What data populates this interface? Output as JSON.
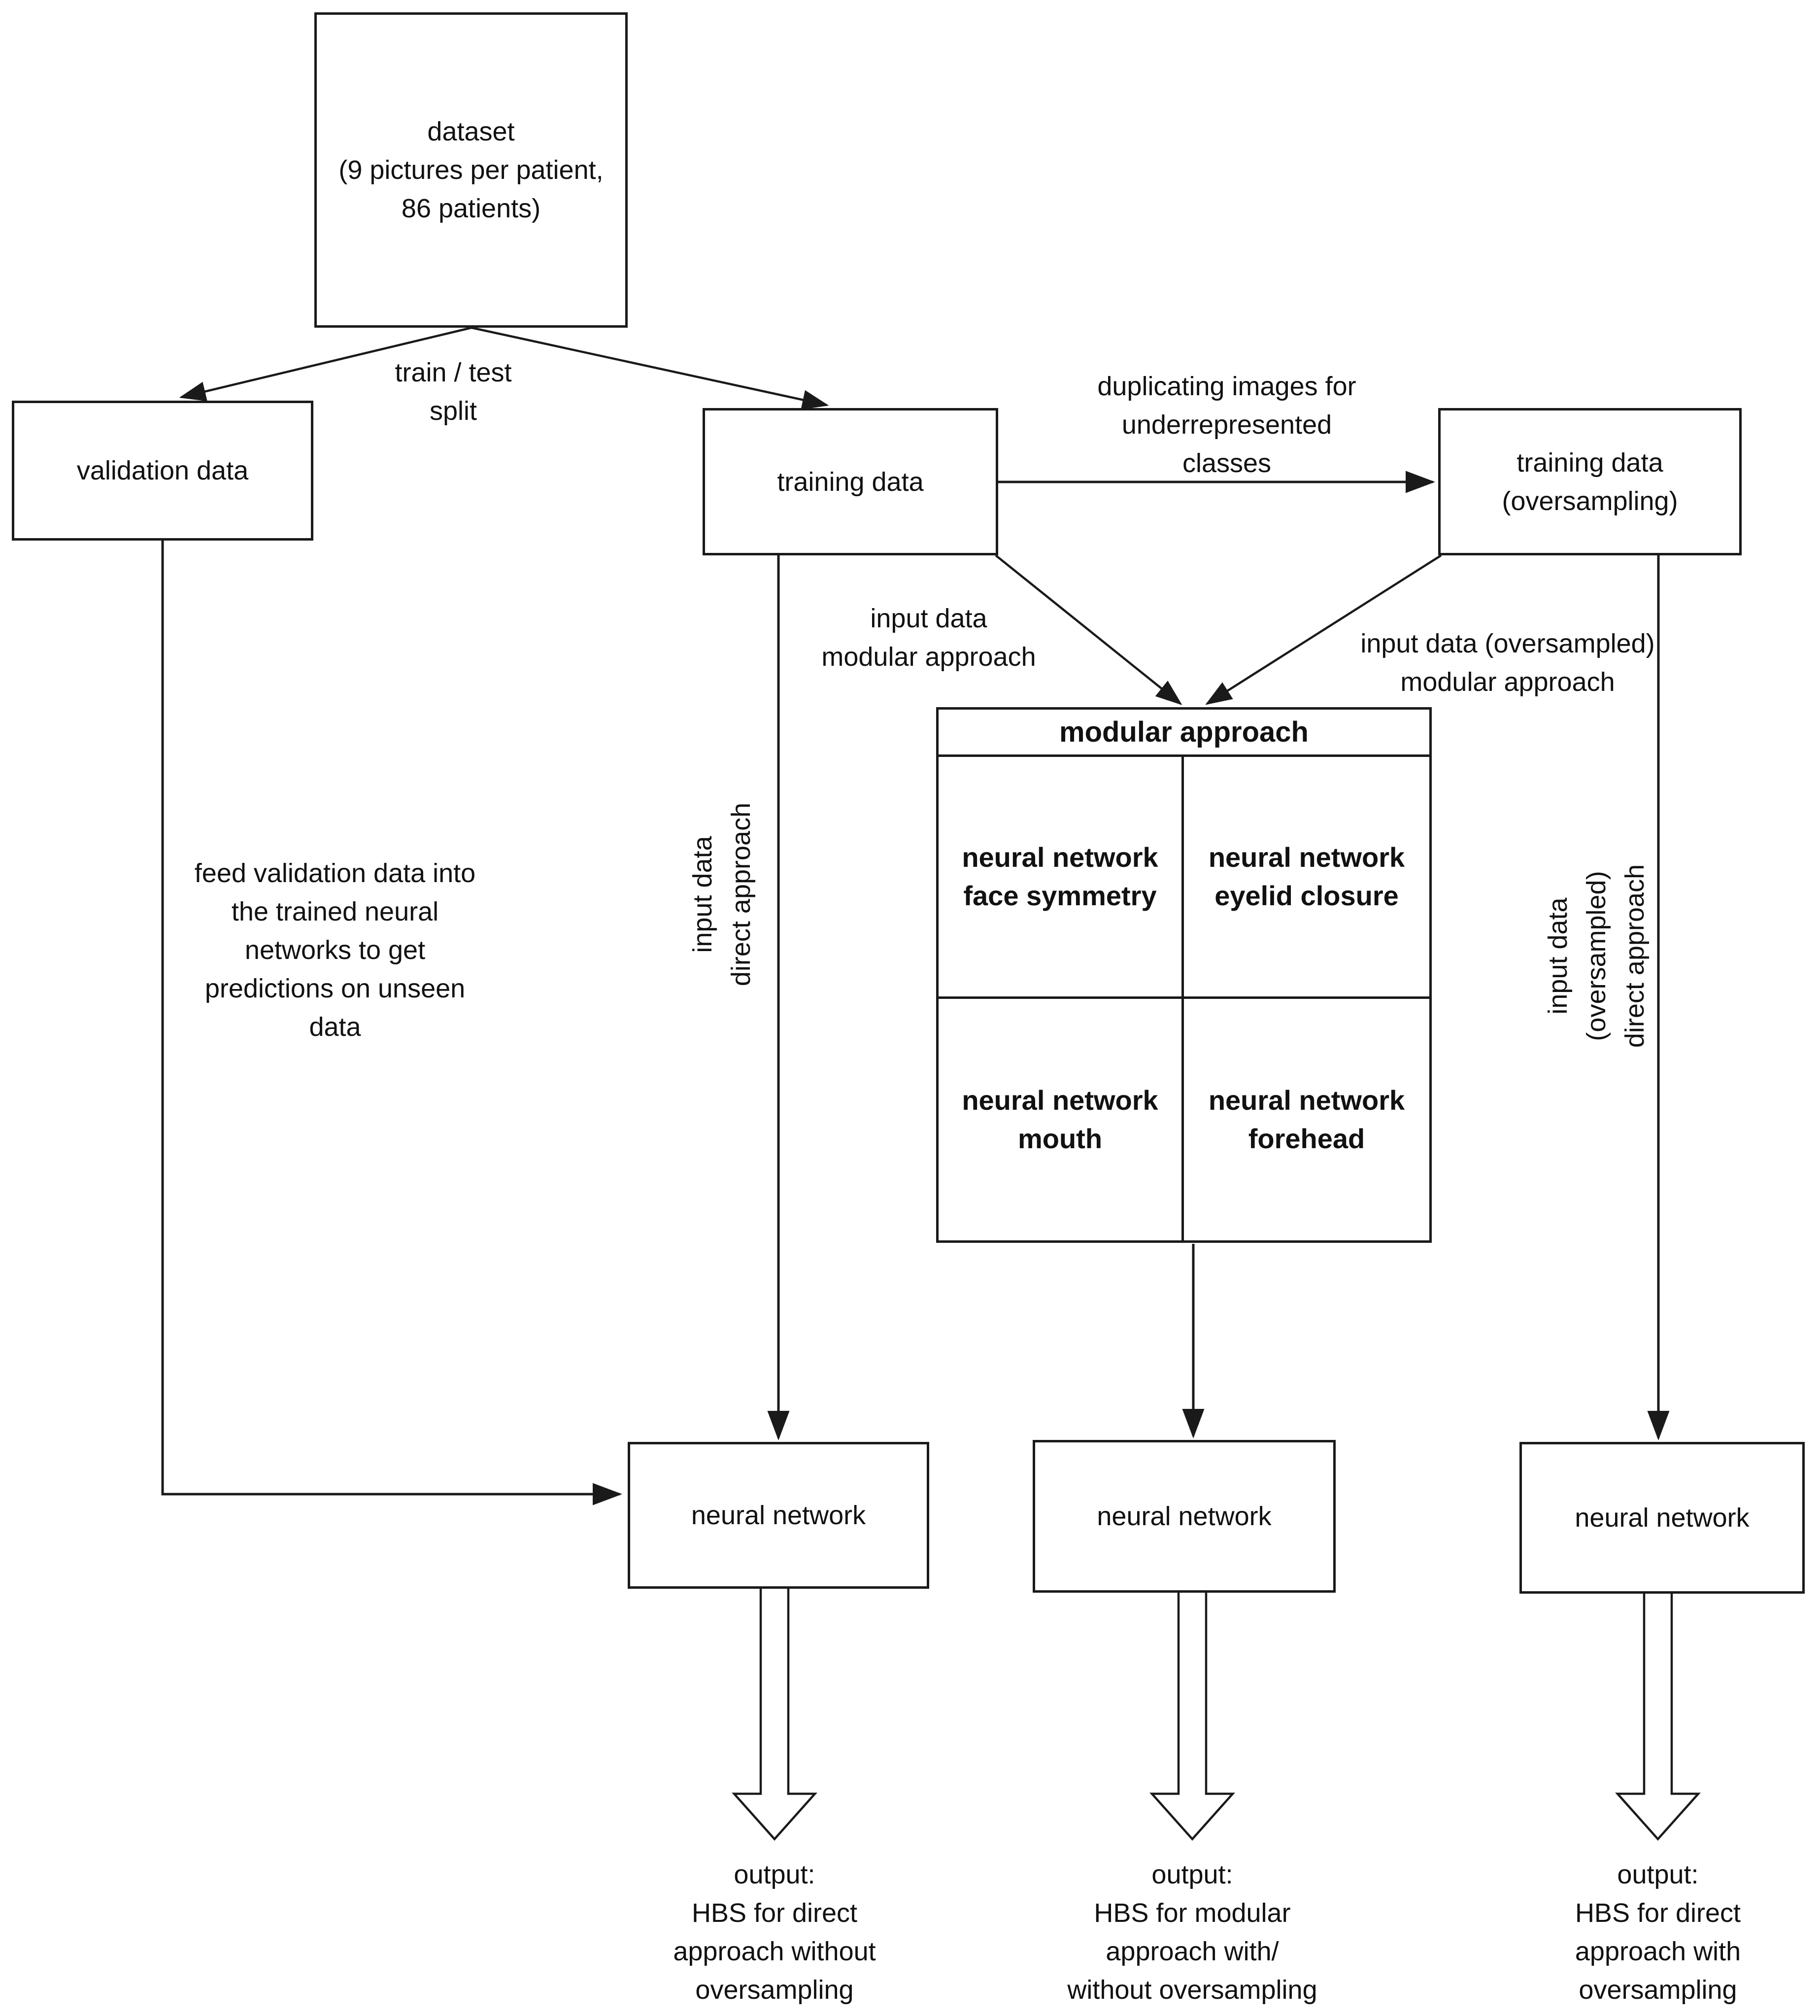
{
  "colors": {
    "background": "#ffffff",
    "line": "#1a1a1a",
    "text": "#111111"
  },
  "dataset_box": {
    "line1": "dataset",
    "line2": "(9 pictures per patient,",
    "line3": "86 patients)"
  },
  "validation_box": {
    "label": "validation data"
  },
  "training_box": {
    "label": "training data"
  },
  "oversampling_box": {
    "line1": "training data",
    "line2": "(oversampling)"
  },
  "split_label": {
    "line1": "train / test",
    "line2": "split"
  },
  "duplicating_label": {
    "line1": "duplicating images for",
    "line2": "underrepresented",
    "line3": "classes"
  },
  "input_modular_label": {
    "line1": "input data",
    "line2": "modular approach"
  },
  "input_oversampled_modular_label": {
    "line1": "input data (oversampled)",
    "line2": "modular approach"
  },
  "input_direct_label": {
    "line1": "input data",
    "line2": "direct approach"
  },
  "input_oversampled_direct_label": {
    "line1": "input data",
    "line2": "(oversampled)",
    "line3": "direct approach"
  },
  "feed_validation_label": {
    "line1": "feed validation data into",
    "line2": "the trained neural",
    "line3": "networks to get",
    "line4": "predictions on unseen",
    "line5": "data"
  },
  "modular_box": {
    "title": "modular approach",
    "cell_face": {
      "line1": "neural network",
      "line2": "face symmetry"
    },
    "cell_eyelid": {
      "line1": "neural network",
      "line2": "eyelid closure"
    },
    "cell_mouth": {
      "line1": "neural network",
      "line2": "mouth"
    },
    "cell_forehead": {
      "line1": "neural network",
      "line2": "forehead"
    }
  },
  "nn_left_box": {
    "label": "neural network"
  },
  "nn_middle_box": {
    "label": "neural network"
  },
  "nn_right_box": {
    "label": "neural network"
  },
  "output_left": {
    "line1": "output:",
    "line2": "HBS for direct",
    "line3": "approach without",
    "line4": "oversampling"
  },
  "output_middle": {
    "line1": "output:",
    "line2": "HBS for modular",
    "line3": "approach with/",
    "line4": "without oversampling"
  },
  "output_right": {
    "line1": "output:",
    "line2": "HBS for direct",
    "line3": "approach with",
    "line4": "oversampling"
  }
}
